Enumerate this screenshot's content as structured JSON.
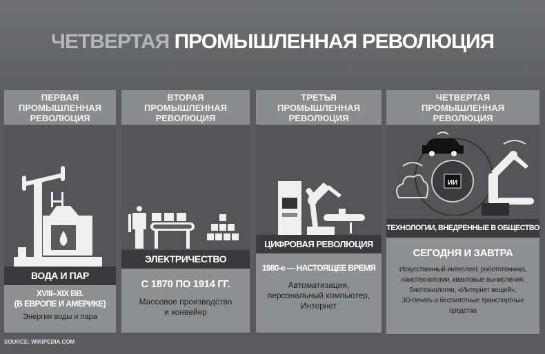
{
  "title": {
    "part1": "ЧЕТВЕРТАЯ",
    "part2": "ПРОМЫШЛЕННАЯ РЕВОЛЮЦИЯ"
  },
  "columns": [
    {
      "header": [
        "ПЕРВАЯ",
        "ПРОМЫШЛЕННАЯ",
        "РЕВОЛЮЦИЯ"
      ],
      "label": "ВОДА И ПАР",
      "period": [
        "XVIII–XIX ВВ.",
        "(В ЕВРОПЕ И АМЕРИКЕ)"
      ],
      "description": [
        "Энергия воды и пара"
      ]
    },
    {
      "header": [
        "ВТОРАЯ",
        "ПРОМЫШЛЕННАЯ",
        "РЕВОЛЮЦИЯ"
      ],
      "label": "ЭЛЕКТРИЧЕСТВО",
      "period": [
        "С 1870 ПО 1914 ГГ."
      ],
      "description": [
        "Массовое производство",
        "и конвейер"
      ]
    },
    {
      "header": [
        "ТРЕТЬЯ",
        "ПРОМЫШЛЕННАЯ",
        "РЕВОЛЮЦИЯ"
      ],
      "label": "ЦИФРОВАЯ РЕВОЛЮЦИЯ",
      "period": [
        "1980-е — НАСТОЯЩЕЕ ВРЕМЯ"
      ],
      "description": [
        "Автоматизация,",
        "персональный компьютер,",
        "Интернет"
      ]
    },
    {
      "header": [
        "ЧЕТВЕРТАЯ",
        "ПРОМЫШЛЕННАЯ",
        "РЕВОЛЮЦИЯ"
      ],
      "label": "ТЕХНОЛОГИИ, ВНЕДРЕННЫЕ В ОБЩЕСТВО",
      "period": [
        "СЕГОДНЯ И ЗАВТРА"
      ],
      "description": [
        "Искусственный интеллект, робототехника,",
        "нанотехнологии, квантовые вычисления,",
        "биотехнологии, «Интернет вещей»,",
        "3D-печать и беспилотные транспортные",
        "средства"
      ],
      "chip_label": "ИИ"
    }
  ],
  "source": "SOURCE: WIKIPEDIA.COM"
}
